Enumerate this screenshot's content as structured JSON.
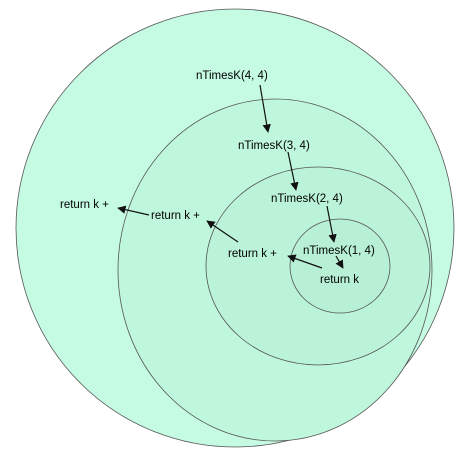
{
  "colors": {
    "fill_outer": "#c4fbe2",
    "fill_ring2": "#bff7dc",
    "fill_ring3": "#bbf3d9",
    "fill_inner": "#b8f0d6",
    "stroke": "#555555",
    "arrow": "#111111"
  },
  "labels": {
    "call_4": "nTimesK(4, 4)",
    "call_3": "nTimesK(3, 4)",
    "call_2": "nTimesK(2, 4)",
    "call_1": "nTimesK(1, 4)",
    "base_return": "return k",
    "return_level_2": "return k +",
    "return_level_3": "return k +",
    "return_level_4": "return k +"
  }
}
